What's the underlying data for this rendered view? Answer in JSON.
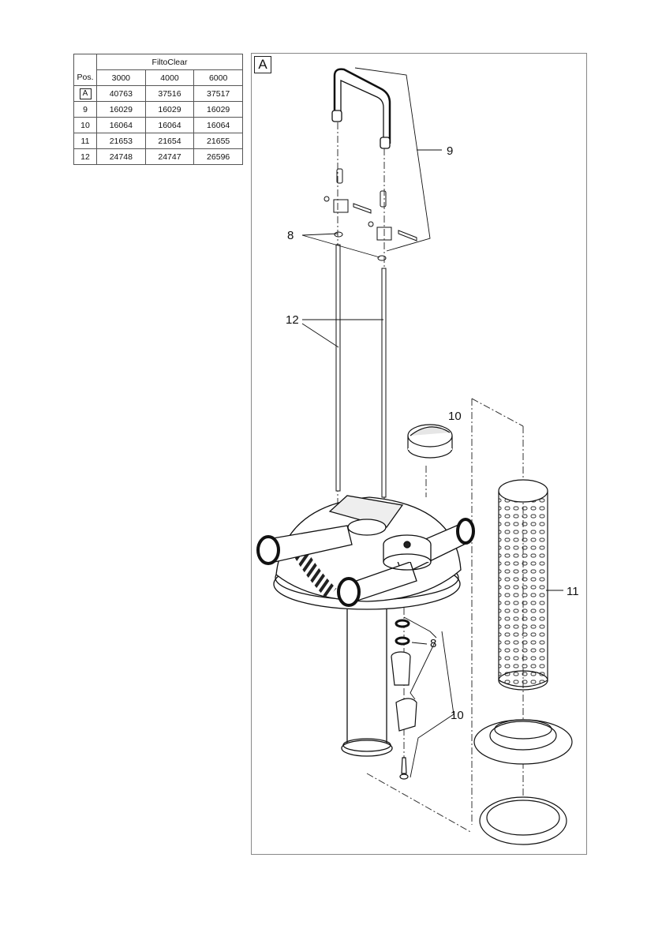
{
  "parts_table": {
    "brand": "FiltoClear",
    "pos_header": "Pos.",
    "models": [
      "3000",
      "4000",
      "6000"
    ],
    "rows": [
      {
        "pos": "A",
        "values": [
          "40763",
          "37516",
          "37517"
        ]
      },
      {
        "pos": "9",
        "values": [
          "16029",
          "16029",
          "16029"
        ]
      },
      {
        "pos": "10",
        "values": [
          "16064",
          "16064",
          "16064"
        ]
      },
      {
        "pos": "11",
        "values": [
          "21653",
          "21654",
          "21655"
        ]
      },
      {
        "pos": "12",
        "values": [
          "24748",
          "24747",
          "26596"
        ]
      }
    ]
  },
  "diagram": {
    "frame_label": "A",
    "callouts": {
      "c9": "9",
      "c8_top": "8",
      "c12": "12",
      "c10_top": "10",
      "c11": "11",
      "c8_bottom": "8",
      "c10_bottom": "10"
    }
  }
}
